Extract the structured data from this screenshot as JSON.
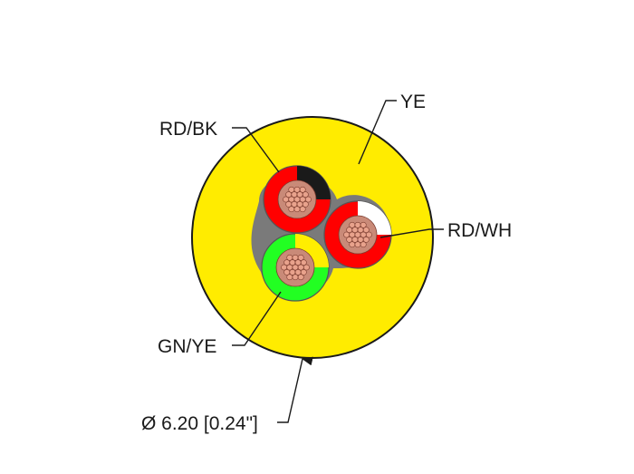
{
  "labels": {
    "jacket": "YE",
    "conductor_1": "RD/BK",
    "conductor_2": "RD/WH",
    "conductor_3": "GN/YE",
    "diameter": "Ø 6.20 [0.24\"]"
  },
  "colors": {
    "jacket": "#ffec00",
    "jacket_outline": "#1a1a1a",
    "filler": "#7a7a7a",
    "red": "#ff0000",
    "black": "#1a1a1a",
    "white": "#ffffff",
    "green": "#22ff22",
    "yellow": "#ffee00",
    "strand": "#e8a28c",
    "strand_outline": "#7a3b2e"
  },
  "icons": {
    "dimension_arrow": "arrow-up-icon",
    "strands": "copper-strand-icon"
  }
}
